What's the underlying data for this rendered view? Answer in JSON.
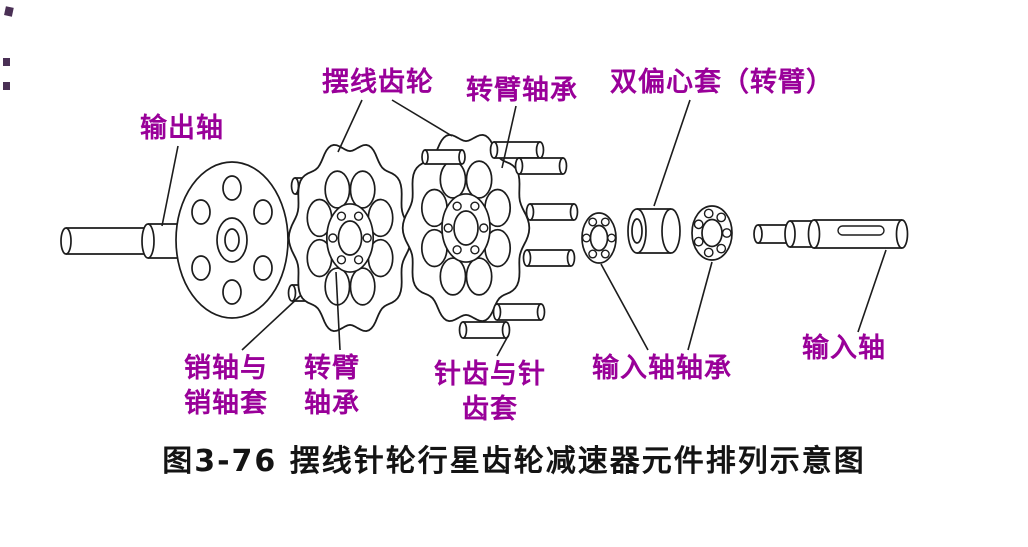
{
  "figure": {
    "caption": "图3-76 摆线针轮行星齿轮减速器元件排列示意图",
    "colors": {
      "label": "#990099",
      "caption": "#141414",
      "line": "#1c1c1c"
    },
    "labels": {
      "output_shaft": "输出轴",
      "cycloid_gear": "摆线齿轮",
      "crank_arm_bearing_top": "转臂轴承",
      "double_eccentric_sleeve": "双偏心套（转臂）",
      "pin_shaft_and_sleeve": "销轴与\n销轴套",
      "crank_arm_bearing_bottom": "转臂\n轴承",
      "pin_teeth_and_sleeve": "针齿与针\n齿套",
      "input_shaft_bearing": "输入轴轴承",
      "input_shaft": "输入轴"
    }
  }
}
